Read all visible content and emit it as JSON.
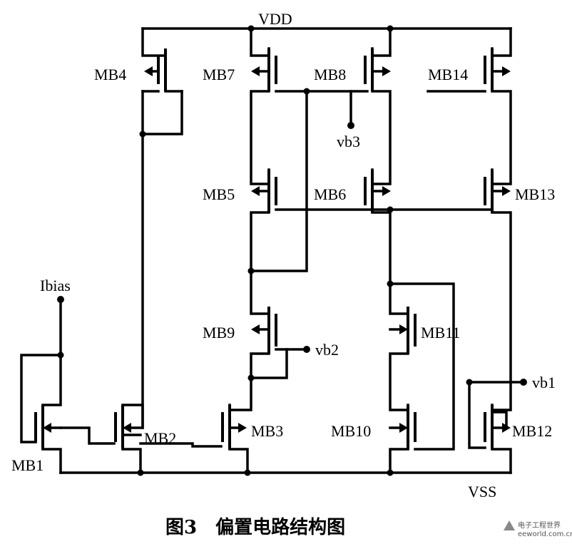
{
  "supply": {
    "vdd": "VDD",
    "vss": "VSS"
  },
  "inputs": {
    "ibias": "Ibias"
  },
  "outputs": {
    "vb1": "vb1",
    "vb2": "vb2",
    "vb3": "vb3"
  },
  "transistors": {
    "mb1": "MB1",
    "mb2": "MB2",
    "mb3": "MB3",
    "mb4": "MB4",
    "mb5": "MB5",
    "mb6": "MB6",
    "mb7": "MB7",
    "mb8": "MB8",
    "mb9": "MB9",
    "mb10": "MB10",
    "mb11": "MB11",
    "mb12": "MB12",
    "mb13": "MB13",
    "mb14": "MB14"
  },
  "caption": "图3　偏置电路结构图",
  "watermark": {
    "brand": "电子工程世界",
    "url": "eeworld.com.cn"
  }
}
